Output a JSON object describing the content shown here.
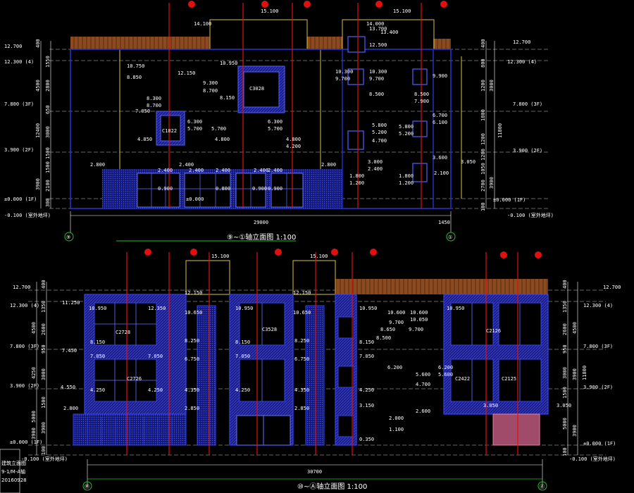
{
  "upper": {
    "caption": "⑨~①轴立面图 1:100",
    "left_levels": [
      "12.700",
      "12.300 (4)",
      "7.800 (3F)",
      "3.900 (2F)",
      "±0.000 (1F)",
      "-0.100 (室外地坪)"
    ],
    "right_levels": [
      "12.700",
      "12.300 (4)",
      "7.800 (3F)",
      "3.900 (2F)",
      "±0.000 (1F)",
      "-0.100 (室外地坪)"
    ],
    "top_elevations": [
      "14.100",
      "15.100",
      "15.100",
      "13.700",
      "14.000",
      "13.400",
      "12.500"
    ],
    "window_codes": [
      "C3028",
      "C1822"
    ],
    "left_dims": [
      "400",
      "1550",
      "4500",
      "2800",
      "650",
      "3000",
      "1500",
      "12400",
      "3900",
      "1500",
      "2100",
      "300"
    ],
    "right_dims": [
      "400",
      "800",
      "1200",
      "3000",
      "1800",
      "1200",
      "2700",
      "3900",
      "1200",
      "1050",
      "11800",
      "100"
    ],
    "bottom_dims": [
      "29000",
      "1450"
    ],
    "axis_left": "⑨",
    "axis_right": "①",
    "annotations": [
      "10.750",
      "12.150",
      "10.950",
      "8.850",
      "9.300",
      "8.700",
      "8.300",
      "8.700",
      "8.150",
      "7.050",
      "6.300",
      "5.700",
      "5.700",
      "4.850",
      "4.800",
      "6.300",
      "5.700",
      "4.800",
      "4.200",
      "2.800",
      "2.400",
      "2.400",
      "2.400",
      "2.400",
      "2.400",
      "2.400",
      "2.800",
      "0.900",
      "0.800",
      "0.900",
      "0.900",
      "±0.000",
      "10.300",
      "9.700",
      "8.500",
      "10.300",
      "9.700",
      "9.900",
      "8.500",
      "7.900",
      "6.700",
      "6.100",
      "5.800",
      "5.200",
      "4.700",
      "5.800",
      "5.200",
      "3.600",
      "3.000",
      "2.400",
      "1.800",
      "1.200",
      "1.800",
      "1.200",
      "2.100",
      "3.050"
    ]
  },
  "lower": {
    "caption": "⑩~Ⓐ轴立面图 1:100",
    "left_levels": [
      "12.700",
      "12.300 (4)",
      "7.800 (3F)",
      "3.900 (2F)",
      "±0.000 (1F)",
      "-0.100 (室外地坪)"
    ],
    "right_levels": [
      "12.700",
      "12.300 (4)",
      "7.800 (3F)",
      "3.900 (2F)",
      "±0.000 (1F)",
      "-0.100 (室外地坪)"
    ],
    "top_elevations": [
      "15.100",
      "15.100"
    ],
    "window_codes": [
      "C2728",
      "C2726",
      "C3528",
      "C2126",
      "C2422",
      "C2125"
    ],
    "left_dims": [
      "400",
      "1350",
      "4500",
      "2600",
      "950",
      "4250",
      "3000",
      "5000",
      "3900",
      "1500",
      "3900",
      "100"
    ],
    "right_dims": [
      "400",
      "1350",
      "4500",
      "2600",
      "950",
      "3000",
      "1500",
      "3900",
      "5000",
      "11800",
      "3900",
      "100"
    ],
    "bottom_dims": [
      "30700"
    ],
    "axis_left": "Ⓜ",
    "axis_right": "Ⓐ",
    "annotations": [
      "11.250",
      "10.950",
      "12.350",
      "12.150",
      "10.650",
      "12.150",
      "10.950",
      "10.650",
      "10.950",
      "10.600",
      "10.600",
      "10.950",
      "9.700",
      "10.050",
      "8.650",
      "9.700",
      "8.150",
      "8.250",
      "8.150",
      "8.250",
      "8.150",
      "8.500",
      "7.450",
      "7.050",
      "7.050",
      "6.750",
      "7.050",
      "6.750",
      "7.050",
      "6.200",
      "5.600",
      "6.200",
      "5.600",
      "4.550",
      "4.250",
      "4.250",
      "4.350",
      "4.250",
      "4.350",
      "4.250",
      "4.700",
      "3.150",
      "3.050",
      "2.800",
      "2.850",
      "2.850",
      "2.600",
      "2.000",
      "1.100",
      "0.350",
      "3.050"
    ]
  },
  "title_block": {
    "lines": [
      "建筑立面图",
      "9-1/M-A轴",
      "20160928"
    ]
  },
  "colors": {
    "background": "#000000",
    "wall_blue": "#2233cc",
    "wall_fill": "#1a1d8a",
    "roof_brown": "#8b4a1f",
    "parapet_yellow": "#e0c040",
    "marker_red": "#e01010",
    "dim_green": "#20c020",
    "pink_door": "#c06080",
    "white": "#ffffff"
  }
}
